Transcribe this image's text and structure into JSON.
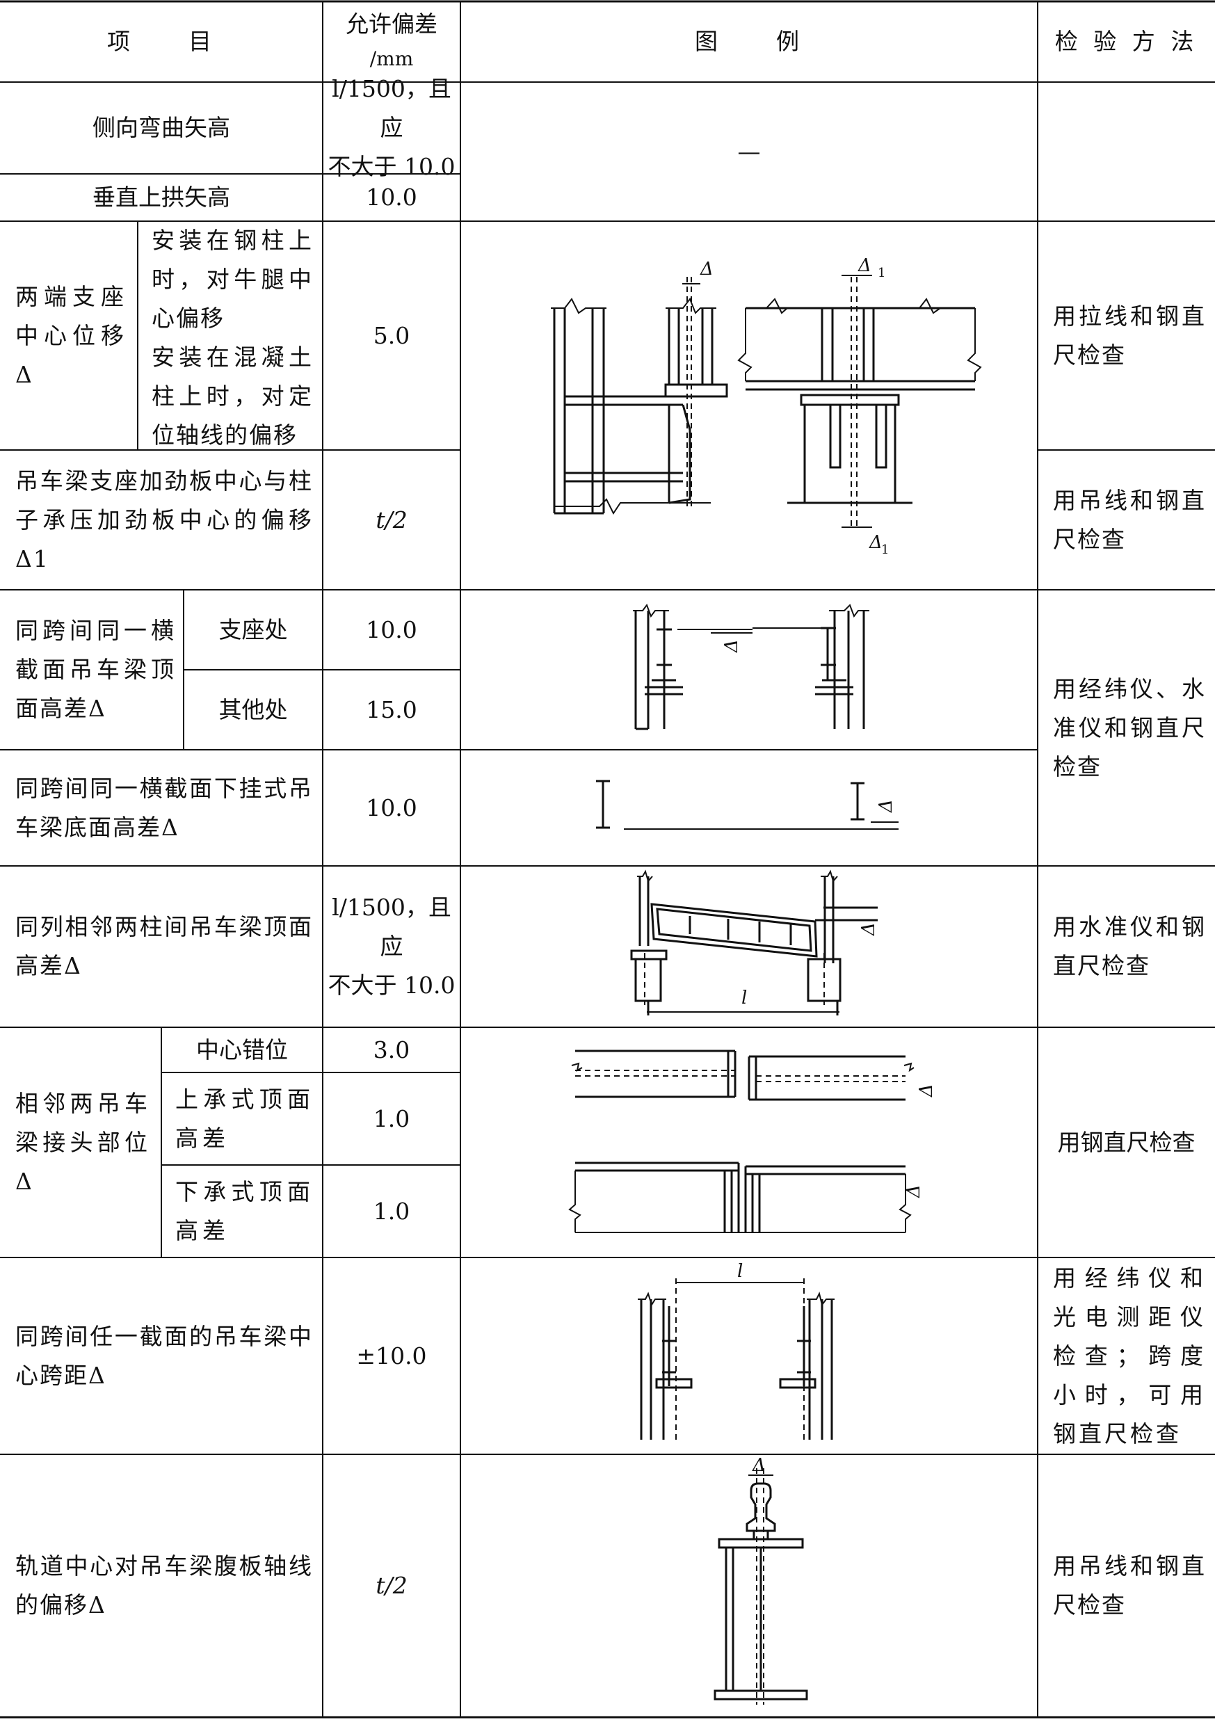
{
  "header": {
    "item": "项　　目",
    "tolerance_line1": "允许偏差",
    "tolerance_line2": "/mm",
    "figure": "图　　例",
    "method": "检 验 方 法"
  },
  "rows": [
    {
      "item": "侧向弯曲矢高",
      "tolerance_a": "l/1500，且应",
      "tolerance_b": "不大于 10.0",
      "figure_text": "—"
    },
    {
      "item": "垂直上拱矢高",
      "tolerance": "10.0"
    },
    {
      "item": "两端支座中心位移Δ",
      "sub_a": "安装在钢柱上时，对牛腿中心偏移",
      "sub_b": "安装在混凝土柱上时，对定位轴线的偏移",
      "tolerance": "5.0"
    },
    {
      "item": "吊车梁支座加劲板中心与柱子承压加劲板中心的偏移Δ1",
      "tolerance": "t/2"
    },
    {
      "item": "同跨间同一横截面吊车梁顶面高差Δ",
      "sub_a": "支座处",
      "tol_a": "10.0",
      "sub_b": "其他处",
      "tol_b": "15.0"
    },
    {
      "item": "同跨间同一横截面下挂式吊车梁底面高差Δ",
      "tolerance": "10.0"
    },
    {
      "item": "同列相邻两柱间吊车梁顶面高差Δ",
      "tolerance_a": "l/1500，且应",
      "tolerance_b": "不大于 10.0"
    },
    {
      "item": "相邻两吊车梁接头部位Δ",
      "sub_a": "中心错位",
      "tol_a": "3.0",
      "sub_b": "上承式顶面高差",
      "tol_b": "1.0",
      "sub_c": "下承式顶面高差",
      "tol_c": "1.0"
    },
    {
      "item": "同跨间任一截面的吊车梁中心跨距Δ",
      "tolerance": "±10.0"
    },
    {
      "item": "轨道中心对吊车梁腹板轴线的偏移Δ",
      "tolerance": "t/2"
    }
  ],
  "methods": {
    "m1": "用拉线和钢直尺检查",
    "m2": "用吊线和钢直尺检查",
    "m3": "用经纬仪、水准仪和钢直尺检查",
    "m4": "用水准仪和钢直尺检查",
    "m5": "用钢直尺检查",
    "m6": "用经纬仪和光电测距仪检查；跨度小时，可用钢直尺检查",
    "m7": "用吊线和钢直尺检查"
  },
  "figure_labels": {
    "delta": "Δ",
    "delta1": "Δ1",
    "span": "l"
  }
}
